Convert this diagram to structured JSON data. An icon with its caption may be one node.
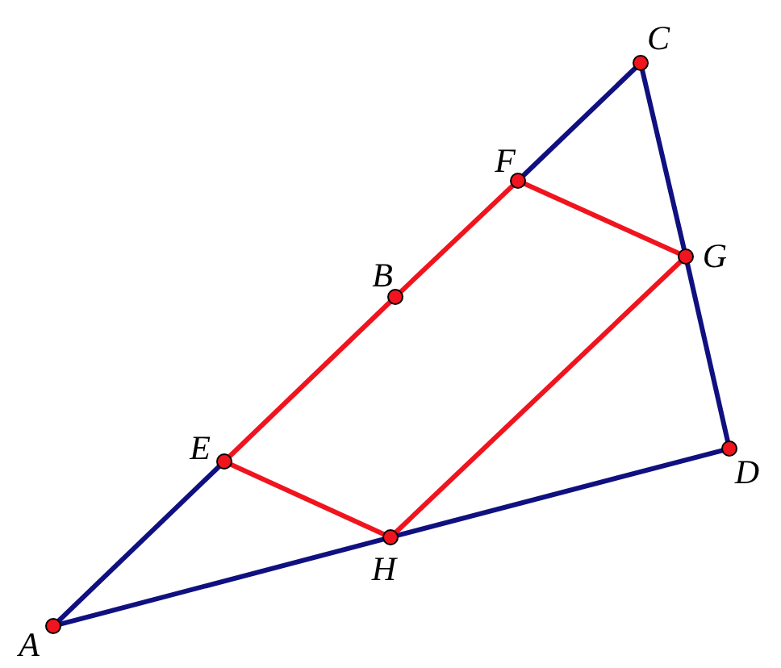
{
  "diagram": {
    "nodes": [
      {
        "text": [],
        "shape": "circle",
        "beside": [
          "A"
        ]
      },
      {
        "text": [],
        "shape": "circle",
        "beside": [
          "B"
        ]
      },
      {
        "text": [],
        "shape": "circle",
        "beside": [
          "C"
        ]
      },
      {
        "text": [],
        "shape": "circle",
        "beside": [
          "D"
        ]
      },
      {
        "text": [],
        "shape": "circle",
        "beside": [
          "E"
        ]
      },
      {
        "text": [],
        "shape": "circle",
        "beside": [
          "F"
        ]
      },
      {
        "text": [],
        "shape": "circle",
        "beside": [
          "G"
        ]
      },
      {
        "text": [],
        "shape": "circle",
        "beside": [
          "H"
        ]
      }
    ],
    "edges": [
      {
        "from": 0,
        "to": 4,
        "arrow": "none"
      },
      {
        "from": 4,
        "to": 1,
        "arrow": "none",
        "color": "#f0141e"
      },
      {
        "from": 1,
        "to": 5,
        "arrow": "none",
        "color": "#f0141e"
      },
      {
        "from": 5,
        "to": 2,
        "arrow": "none"
      },
      {
        "from": 2,
        "to": 6,
        "arrow": "none"
      },
      {
        "from": 6,
        "to": 3,
        "arrow": "none"
      },
      {
        "from": 3,
        "to": 7,
        "arrow": "none"
      },
      {
        "from": 7,
        "to": 0,
        "arrow": "none"
      },
      {
        "from": 5,
        "to": 6,
        "arrow": "none",
        "color": "#f0141e"
      },
      {
        "from": 6,
        "to": 7,
        "arrow": "none",
        "color": "#f0141e"
      },
      {
        "from": 7,
        "to": 4,
        "arrow": "none",
        "color": "#f0141e"
      }
    ]
  }
}
